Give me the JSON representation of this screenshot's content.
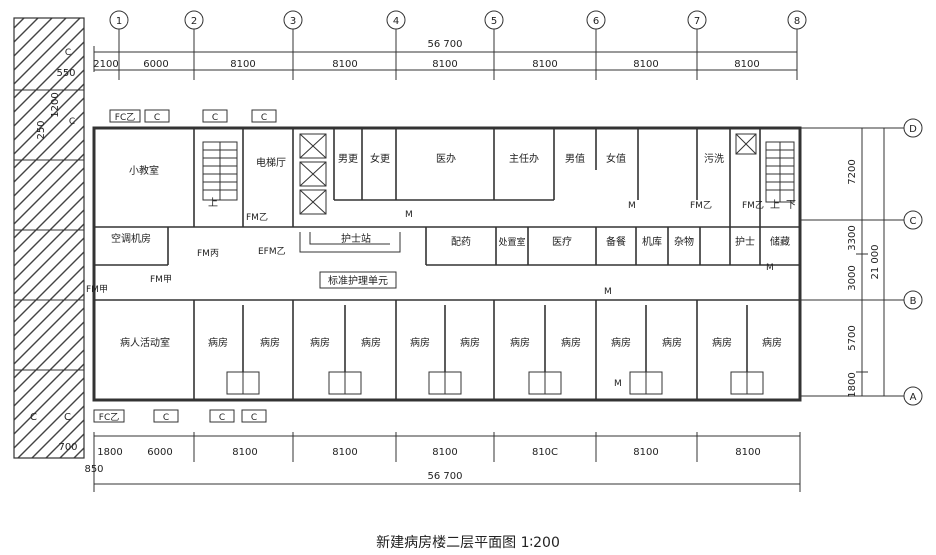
{
  "title": "新建病房楼二层平面图 1∶200",
  "axes_top": [
    "1",
    "2",
    "3",
    "4",
    "5",
    "6",
    "7",
    "8"
  ],
  "axes_right": [
    "D",
    "C",
    "B",
    "A"
  ],
  "dims_top_total": "56 700",
  "dims_top": [
    "2100",
    "6000",
    "8100",
    "8100",
    "8100",
    "8100",
    "8100",
    "8100"
  ],
  "dims_top_extra": "550",
  "dims_bottom_total": "56 700",
  "dims_bottom": [
    "1800",
    "6000",
    "8100",
    "8100",
    "8100",
    "810C",
    "8100",
    "8100"
  ],
  "dims_bottom_extra": [
    "700",
    "850"
  ],
  "dims_right": [
    "7200",
    "3300",
    "3000",
    "5700",
    "1800"
  ],
  "dims_right_total": "21 000",
  "dims_left": [
    "250",
    "1200"
  ],
  "rooms": {
    "small_classroom": "小教室",
    "elevator_hall": "电梯厅",
    "male_change": "男更",
    "female_change": "女更",
    "doctor_office": "医办",
    "director_office": "主任办",
    "male_duty": "男值",
    "female_duty": "女值",
    "dirty_wash": "污洗",
    "ac_room": "空调机房",
    "nurse_station": "护士站",
    "dispensing": "配药",
    "disposal": "处置室",
    "treatment": "医疗",
    "pantry": "备餐",
    "machine_room": "机库",
    "sundries": "杂物",
    "nurse": "护士",
    "storage": "储藏",
    "nursing_unit": "标准护理单元",
    "patient_activity": "病人活动室",
    "ward": "病房"
  },
  "codes": {
    "fc_yi": "FC乙",
    "c": "C",
    "fm_yi": "FM乙",
    "fm_bing": "FM丙",
    "fm_jia": "FM甲",
    "efm_yi": "EFM乙",
    "m": "M",
    "shang": "上",
    "xia": "下"
  }
}
